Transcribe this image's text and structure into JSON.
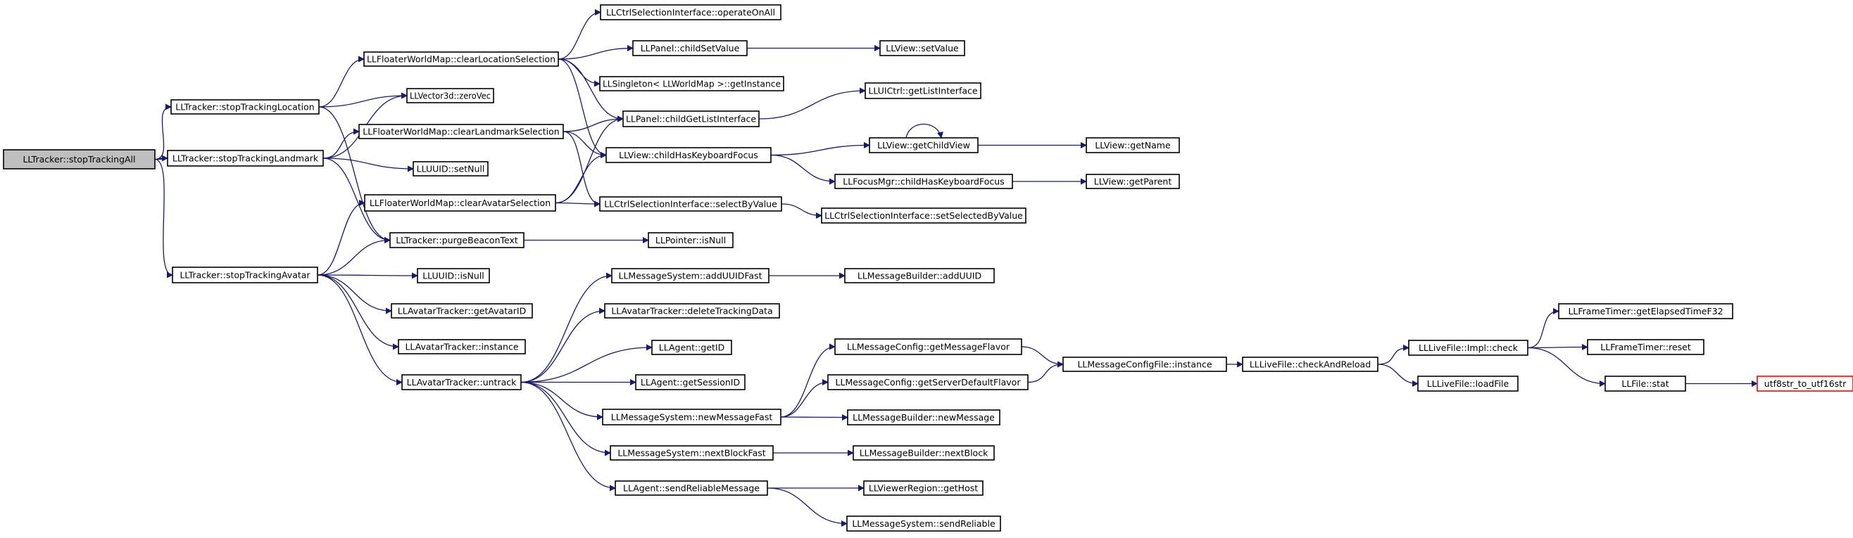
{
  "graph": {
    "edge_color": "#191970",
    "root_fill": "#bfbfbf",
    "truncated_border": "#ff0000",
    "nodes": [
      {
        "id": "n0",
        "label": "LLTracker::stopTrackingAll",
        "kind": "root"
      },
      {
        "id": "n1",
        "label": "LLTracker::stopTrackingLocation"
      },
      {
        "id": "n2",
        "label": "LLTracker::stopTrackingLandmark"
      },
      {
        "id": "n3",
        "label": "LLTracker::stopTrackingAvatar"
      },
      {
        "id": "n4",
        "label": "LLFloaterWorldMap::clearLocationSelection"
      },
      {
        "id": "n5",
        "label": "LLVector3d::zeroVec"
      },
      {
        "id": "n6",
        "label": "LLFloaterWorldMap::clearLandmarkSelection"
      },
      {
        "id": "n7",
        "label": "LLUUID::setNull"
      },
      {
        "id": "n8",
        "label": "LLFloaterWorldMap::clearAvatarSelection"
      },
      {
        "id": "n9",
        "label": "LLTracker::purgeBeaconText"
      },
      {
        "id": "n10",
        "label": "LLUUID::isNull"
      },
      {
        "id": "n11",
        "label": "LLAvatarTracker::getAvatarID"
      },
      {
        "id": "n12",
        "label": "LLAvatarTracker::instance"
      },
      {
        "id": "n13",
        "label": "LLAvatarTracker::untrack"
      },
      {
        "id": "n14",
        "label": "LLCtrlSelectionInterface::operateOnAll"
      },
      {
        "id": "n15",
        "label": "LLPanel::childSetValue"
      },
      {
        "id": "n16",
        "label": "LLSingleton< LLWorldMap >::getInstance"
      },
      {
        "id": "n17",
        "label": "LLPanel::childGetListInterface"
      },
      {
        "id": "n18",
        "label": "LLView::childHasKeyboardFocus"
      },
      {
        "id": "n19",
        "label": "LLCtrlSelectionInterface::selectByValue"
      },
      {
        "id": "n20",
        "label": "LLPointer::isNull"
      },
      {
        "id": "n21",
        "label": "LLMessageSystem::addUUIDFast"
      },
      {
        "id": "n22",
        "label": "LLAvatarTracker::deleteTrackingData"
      },
      {
        "id": "n23",
        "label": "LLAgent::getID"
      },
      {
        "id": "n24",
        "label": "LLAgent::getSessionID"
      },
      {
        "id": "n25",
        "label": "LLMessageSystem::newMessageFast"
      },
      {
        "id": "n26",
        "label": "LLMessageSystem::nextBlockFast"
      },
      {
        "id": "n27",
        "label": "LLAgent::sendReliableMessage"
      },
      {
        "id": "n28",
        "label": "LLView::setValue"
      },
      {
        "id": "n29",
        "label": "LLUICtrl::getListInterface"
      },
      {
        "id": "n30",
        "label": "LLView::getChildView"
      },
      {
        "id": "n31",
        "label": "LLFocusMgr::childHasKeyboardFocus"
      },
      {
        "id": "n32",
        "label": "LLCtrlSelectionInterface::setSelectedByValue"
      },
      {
        "id": "n33",
        "label": "LLMessageBuilder::addUUID"
      },
      {
        "id": "n34",
        "label": "LLMessageConfig::getMessageFlavor"
      },
      {
        "id": "n35",
        "label": "LLMessageConfig::getServerDefaultFlavor"
      },
      {
        "id": "n36",
        "label": "LLMessageBuilder::newMessage"
      },
      {
        "id": "n37",
        "label": "LLMessageBuilder::nextBlock"
      },
      {
        "id": "n38",
        "label": "LLViewerRegion::getHost"
      },
      {
        "id": "n39",
        "label": "LLMessageSystem::sendReliable"
      },
      {
        "id": "n40",
        "label": "LLView::getName"
      },
      {
        "id": "n41",
        "label": "LLView::getParent"
      },
      {
        "id": "n42",
        "label": "LLMessageConfigFile::instance"
      },
      {
        "id": "n43",
        "label": "LLLiveFile::checkAndReload"
      },
      {
        "id": "n44",
        "label": "LLLiveFile::Impl::check"
      },
      {
        "id": "n45",
        "label": "LLLiveFile::loadFile"
      },
      {
        "id": "n46",
        "label": "LLFrameTimer::getElapsedTimeF32"
      },
      {
        "id": "n47",
        "label": "LLFrameTimer::reset"
      },
      {
        "id": "n48",
        "label": "LLFile::stat"
      },
      {
        "id": "n49",
        "label": "utf8str_to_utf16str",
        "kind": "truncated"
      }
    ],
    "edges": [
      [
        "n0",
        "n1"
      ],
      [
        "n0",
        "n2"
      ],
      [
        "n0",
        "n3"
      ],
      [
        "n1",
        "n4"
      ],
      [
        "n1",
        "n5"
      ],
      [
        "n1",
        "n9"
      ],
      [
        "n2",
        "n6"
      ],
      [
        "n2",
        "n5"
      ],
      [
        "n2",
        "n7"
      ],
      [
        "n2",
        "n9"
      ],
      [
        "n3",
        "n8"
      ],
      [
        "n3",
        "n9"
      ],
      [
        "n3",
        "n10"
      ],
      [
        "n3",
        "n11"
      ],
      [
        "n3",
        "n12"
      ],
      [
        "n3",
        "n13"
      ],
      [
        "n4",
        "n14"
      ],
      [
        "n4",
        "n15"
      ],
      [
        "n4",
        "n16"
      ],
      [
        "n4",
        "n17"
      ],
      [
        "n4",
        "n18"
      ],
      [
        "n6",
        "n17"
      ],
      [
        "n6",
        "n18"
      ],
      [
        "n6",
        "n19"
      ],
      [
        "n8",
        "n17"
      ],
      [
        "n8",
        "n18"
      ],
      [
        "n8",
        "n19"
      ],
      [
        "n9",
        "n20"
      ],
      [
        "n13",
        "n21"
      ],
      [
        "n13",
        "n22"
      ],
      [
        "n13",
        "n23"
      ],
      [
        "n13",
        "n24"
      ],
      [
        "n13",
        "n25"
      ],
      [
        "n13",
        "n26"
      ],
      [
        "n13",
        "n27"
      ],
      [
        "n15",
        "n28"
      ],
      [
        "n17",
        "n29"
      ],
      [
        "n18",
        "n30"
      ],
      [
        "n18",
        "n31"
      ],
      [
        "n30",
        "n30"
      ],
      [
        "n30",
        "n40"
      ],
      [
        "n31",
        "n41"
      ],
      [
        "n19",
        "n32"
      ],
      [
        "n21",
        "n33"
      ],
      [
        "n25",
        "n34"
      ],
      [
        "n25",
        "n35"
      ],
      [
        "n25",
        "n36"
      ],
      [
        "n34",
        "n42"
      ],
      [
        "n35",
        "n42"
      ],
      [
        "n42",
        "n43"
      ],
      [
        "n43",
        "n44"
      ],
      [
        "n43",
        "n45"
      ],
      [
        "n44",
        "n46"
      ],
      [
        "n44",
        "n47"
      ],
      [
        "n44",
        "n48"
      ],
      [
        "n48",
        "n49"
      ],
      [
        "n26",
        "n37"
      ],
      [
        "n27",
        "n38"
      ],
      [
        "n27",
        "n39"
      ]
    ]
  }
}
